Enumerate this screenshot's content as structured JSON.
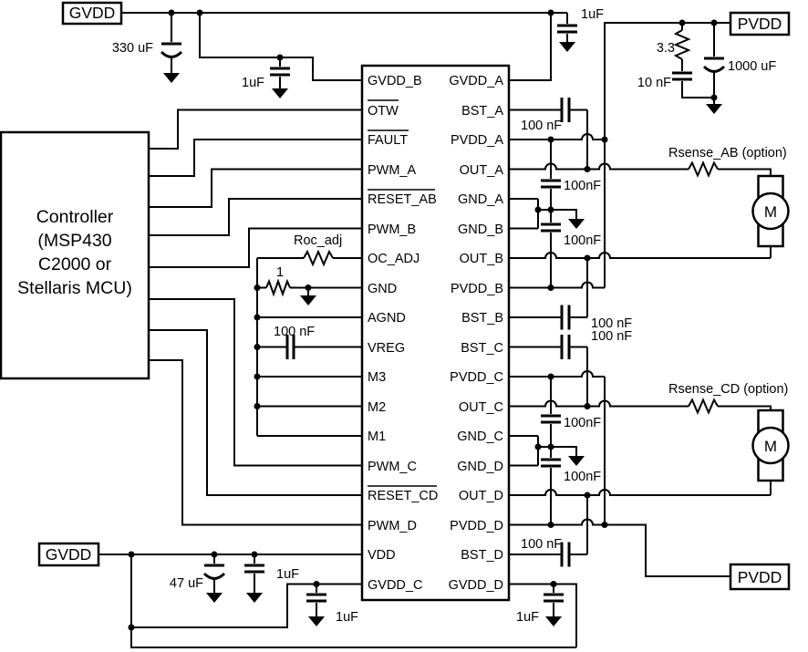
{
  "power_rails": {
    "gvdd_top": "GVDD",
    "pvdd_top": "PVDD",
    "gvdd_bottom": "GVDD",
    "pvdd_bottom": "PVDD"
  },
  "controller": {
    "line1": "Controller",
    "line2": "(MSP430",
    "line3": "C2000 or",
    "line4": "Stellaris MCU)"
  },
  "ic": {
    "left_pins": [
      "GVDD_B",
      "OTW",
      "FAULT",
      "PWM_A",
      "RESET_AB",
      "PWM_B",
      "OC_ADJ",
      "GND",
      "AGND",
      "VREG",
      "M3",
      "M2",
      "M1",
      "PWM_C",
      "RESET_CD",
      "PWM_D",
      "VDD",
      "GVDD_C"
    ],
    "right_pins": [
      "GVDD_A",
      "BST_A",
      "PVDD_A",
      "OUT_A",
      "GND_A",
      "GND_B",
      "OUT_B",
      "PVDD_B",
      "BST_B",
      "BST_C",
      "PVDD_C",
      "OUT_C",
      "GND_C",
      "GND_D",
      "OUT_D",
      "PVDD_D",
      "BST_D",
      "GVDD_D"
    ],
    "overlined_pins": [
      "OTW",
      "FAULT",
      "RESET_AB",
      "RESET_CD"
    ]
  },
  "labels": {
    "cap_gvdd_bulk": "330 uF",
    "cap_gvdd_b": "1uF",
    "cap_gvdd_a": "1uF",
    "res_snubber": "3.3",
    "cap_snubber": "10 nF",
    "cap_pvdd_bulk": "1000 uF",
    "cap_bst_a": "100 nF",
    "cap_bst_b": "100 nF",
    "cap_bst_c": "100 nF",
    "cap_bst_d": "100 nF",
    "cap_dec_a": "100nF",
    "cap_dec_b": "100nF",
    "cap_dec_c": "100nF",
    "cap_dec_d": "100nF",
    "rsense_ab": "Rsense_AB (option)",
    "rsense_cd": "Rsense_CD (option)",
    "motor_ab": "M",
    "motor_cd": "M",
    "res_oc_adj": "Roc_adj",
    "res_gnd": "1",
    "cap_vreg": "100 nF",
    "cap_vdd_bulk": "47 uF",
    "cap_vdd": "1uF",
    "cap_gvdd_c": "1uF",
    "cap_gvdd_d": "1uF"
  }
}
